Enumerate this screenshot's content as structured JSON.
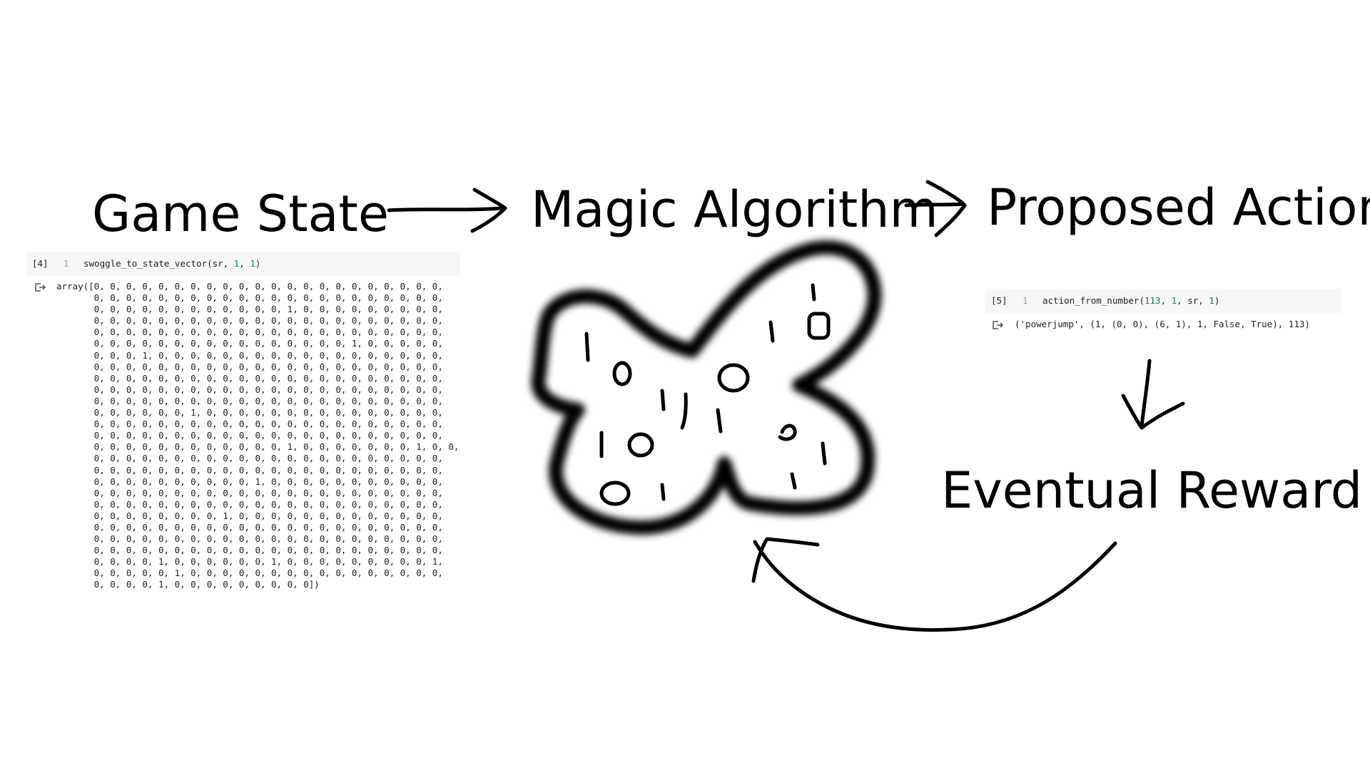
{
  "labels": {
    "game_state": "Game State",
    "magic_algorithm": "Magic Algorithm",
    "proposed_action": "Proposed Action",
    "eventual_reward": "Eventual Reward"
  },
  "cell4": {
    "prompt": "[4]",
    "line_number": "1",
    "code_prefix": "swoggle_to_state_vector(sr, ",
    "code_arg1": "1",
    "code_sep": ", ",
    "code_arg2": "1",
    "code_suffix": ")",
    "output_icon": "output-arrow-icon",
    "output": "array([0, 0, 0, 0, 0, 0, 0, 0, 0, 0, 0, 0, 0, 0, 0, 0, 0, 0, 0, 0, 0, 0,\n       0, 0, 0, 0, 0, 0, 0, 0, 0, 0, 0, 0, 0, 0, 0, 0, 0, 0, 0, 0, 0, 0,\n       0, 0, 0, 0, 0, 0, 0, 0, 0, 0, 0, 0, 1, 0, 0, 0, 0, 0, 0, 0, 0, 0,\n       0, 0, 0, 0, 0, 0, 0, 0, 0, 0, 0, 0, 0, 0, 0, 0, 0, 0, 0, 0, 0, 0,\n       0, 0, 0, 0, 0, 0, 0, 0, 0, 0, 0, 0, 0, 0, 0, 0, 0, 0, 0, 0, 0, 0,\n       0, 0, 0, 0, 0, 0, 0, 0, 0, 0, 0, 0, 0, 0, 0, 0, 1, 0, 0, 0, 0, 0,\n       0, 0, 0, 1, 0, 0, 0, 0, 0, 0, 0, 0, 0, 0, 0, 0, 0, 0, 0, 0, 0, 0,\n       0, 0, 0, 0, 0, 0, 0, 0, 0, 0, 0, 0, 0, 0, 0, 0, 0, 0, 0, 0, 0, 0,\n       0, 0, 0, 0, 0, 0, 0, 0, 0, 0, 0, 0, 0, 0, 0, 0, 0, 0, 0, 0, 0, 0,\n       0, 0, 0, 0, 0, 0, 0, 0, 0, 0, 0, 0, 0, 0, 0, 0, 0, 0, 0, 0, 0, 0,\n       0, 0, 0, 0, 0, 0, 0, 0, 0, 0, 0, 0, 0, 0, 0, 0, 0, 0, 0, 0, 0, 0,\n       0, 0, 0, 0, 0, 0, 1, 0, 0, 0, 0, 0, 0, 0, 0, 0, 0, 0, 0, 0, 0, 0,\n       0, 0, 0, 0, 0, 0, 0, 0, 0, 0, 0, 0, 0, 0, 0, 0, 0, 0, 0, 0, 0, 0,\n       0, 0, 0, 0, 0, 0, 0, 0, 0, 0, 0, 0, 0, 0, 0, 0, 0, 0, 0, 0, 0, 0,\n       0, 0, 0, 0, 0, 0, 0, 0, 0, 0, 0, 0, 1, 0, 0, 0, 0, 0, 0, 0, 1, 0, 0,\n       0, 0, 0, 0, 0, 0, 0, 0, 0, 0, 0, 0, 0, 0, 0, 0, 0, 0, 0, 0, 0, 0,\n       0, 0, 0, 0, 0, 0, 0, 0, 0, 0, 0, 0, 0, 0, 0, 0, 0, 0, 0, 0, 0, 0,\n       0, 0, 0, 0, 0, 0, 0, 0, 0, 0, 1, 0, 0, 0, 0, 0, 0, 0, 0, 0, 0, 0,\n       0, 0, 0, 0, 0, 0, 0, 0, 0, 0, 0, 0, 0, 0, 0, 0, 0, 0, 0, 0, 0, 0,\n       0, 0, 0, 0, 0, 0, 0, 0, 0, 0, 0, 0, 0, 0, 0, 0, 0, 0, 0, 0, 0, 0,\n       0, 0, 0, 0, 0, 0, 0, 0, 1, 0, 0, 0, 0, 0, 0, 0, 0, 0, 0, 0, 0, 0,\n       0, 0, 0, 0, 0, 0, 0, 0, 0, 0, 0, 0, 0, 0, 0, 0, 0, 0, 0, 0, 0, 0,\n       0, 0, 0, 0, 0, 0, 0, 0, 0, 0, 0, 0, 0, 0, 0, 0, 0, 0, 0, 0, 0, 0,\n       0, 0, 0, 0, 0, 0, 0, 0, 0, 0, 0, 0, 0, 0, 0, 0, 0, 0, 0, 0, 0, 0,\n       0, 0, 0, 0, 1, 0, 0, 0, 0, 0, 0, 1, 0, 0, 0, 0, 0, 0, 0, 0, 0, 1,\n       0, 0, 0, 0, 0, 1, 0, 0, 0, 0, 0, 0, 0, 0, 0, 0, 0, 0, 0, 0, 0, 0,\n       0, 0, 0, 0, 1, 0, 0, 0, 0, 0, 0, 0, 0, 0])"
  },
  "cell5": {
    "prompt": "[5]",
    "line_number": "1",
    "code_prefix": "action_from_number(",
    "code_arg1": "113",
    "code_sep1": ", ",
    "code_arg2": "1",
    "code_sep2": ", sr, ",
    "code_arg3": "1",
    "code_suffix": ")",
    "output_icon": "output-arrow-icon",
    "output": "('powerjump', (1, (0, 0), (6, 1), 1, False, True), 113)"
  },
  "colors": {
    "ink": "#000000",
    "cell_background": "#f7f7f7",
    "code_text": "#212121",
    "line_number": "#9e9e9e",
    "number_literal": "#098658"
  }
}
